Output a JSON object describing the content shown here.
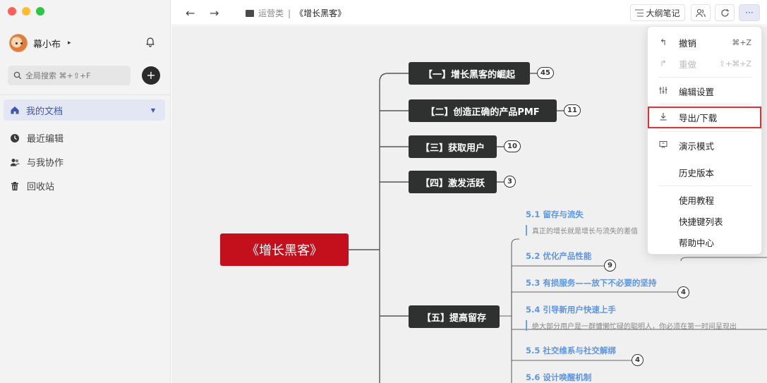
{
  "sidebar": {
    "user_name": "幕小布",
    "search_placeholder": "全局搜索 ⌘+⇧+F",
    "nav": [
      {
        "label": "我的文档",
        "active": true
      },
      {
        "label": "最近编辑"
      },
      {
        "label": "与我协作"
      },
      {
        "label": "回收站"
      }
    ]
  },
  "topbar": {
    "breadcrumb_folder": "运营类",
    "breadcrumb_sep": "|",
    "breadcrumb_doc": "《增长黑客》",
    "outline_label": "大纲笔记",
    "more_label": "···"
  },
  "mindmap": {
    "root": "《增长黑客》",
    "branches": [
      {
        "label": "【一】增长黑客的崛起",
        "count": "45"
      },
      {
        "label": "【二】创造正确的产品PMF",
        "count": "11"
      },
      {
        "label": "【三】获取用户",
        "count": "10"
      },
      {
        "label": "【四】激发活跃",
        "count": "3"
      },
      {
        "label": "【五】提高留存"
      }
    ],
    "children": [
      {
        "label": "5.1 留存与流失",
        "note": "真正的增长就是增长与流失的差值"
      },
      {
        "label": "5.2 优化产品性能",
        "count": "9"
      },
      {
        "label": "5.3 有损服务——放下不必要的坚持",
        "count": "4"
      },
      {
        "label": "5.4 引导新用户快速上手",
        "note": "绝大部分用户是一群慵懒忙碌的聪明人，你必须在第一时间呈现出"
      },
      {
        "label": "5.5 社交维系与社交解绑",
        "count": "4"
      },
      {
        "label": "5.6 设计唤醒机制"
      }
    ]
  },
  "menu": {
    "items": [
      {
        "label": "撤销",
        "shortcut": "⌘+Z",
        "icon": "undo-icon"
      },
      {
        "label": "重做",
        "shortcut": "⇧+⌘+Z",
        "icon": "redo-icon",
        "disabled": true
      },
      {
        "label": "编辑设置",
        "icon": "sliders-icon"
      },
      {
        "label": "导出/下载",
        "icon": "download-icon",
        "highlighted": true
      },
      {
        "label": "演示模式",
        "icon": "present-icon"
      },
      {
        "label": "历史版本"
      },
      {
        "label": "使用教程"
      },
      {
        "label": "快捷键列表"
      },
      {
        "label": "帮助中心"
      }
    ]
  },
  "colors": {
    "accent": "#3d56b3",
    "root_node": "#c40f1d",
    "branch_node": "#2f3130",
    "sub_topic": "#5b95e6",
    "highlight_border": "#e03232"
  }
}
